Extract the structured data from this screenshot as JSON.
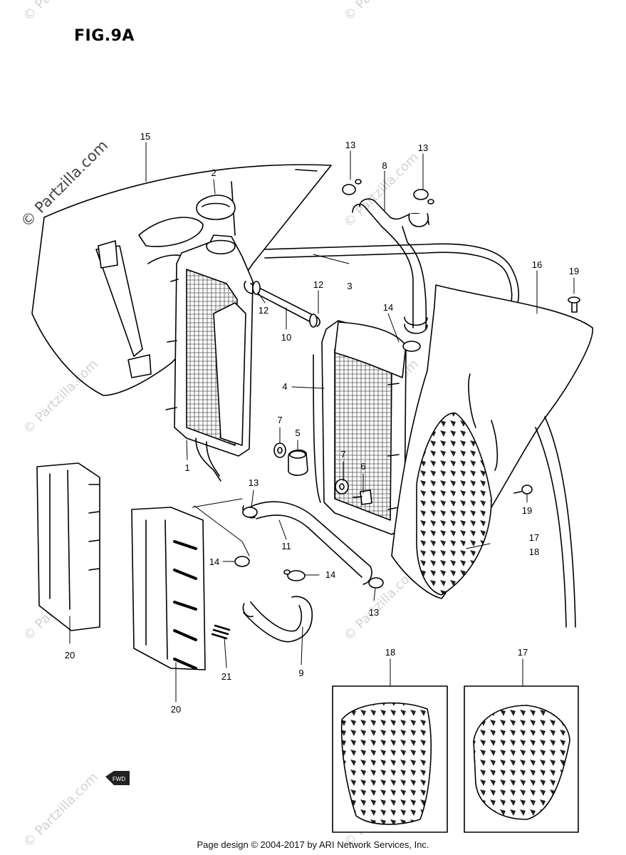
{
  "figure_title": "FIG.9A",
  "footer": "Page design © 2004-2017 by ARI Network Services, Inc.",
  "watermark": "© Partzilla.com",
  "fwd_marker": "FWD",
  "callouts": [
    "15",
    "2",
    "13",
    "8",
    "13",
    "3",
    "16",
    "19",
    "12",
    "12",
    "10",
    "14",
    "4",
    "7",
    "5",
    "7",
    "6",
    "1",
    "13",
    "19",
    "17",
    "18",
    "11",
    "14",
    "14",
    "13",
    "20",
    "21",
    "9",
    "20",
    "18",
    "17"
  ],
  "colors": {
    "ink": "#000000",
    "watermark": "#d2d2d2",
    "background": "#ffffff"
  }
}
